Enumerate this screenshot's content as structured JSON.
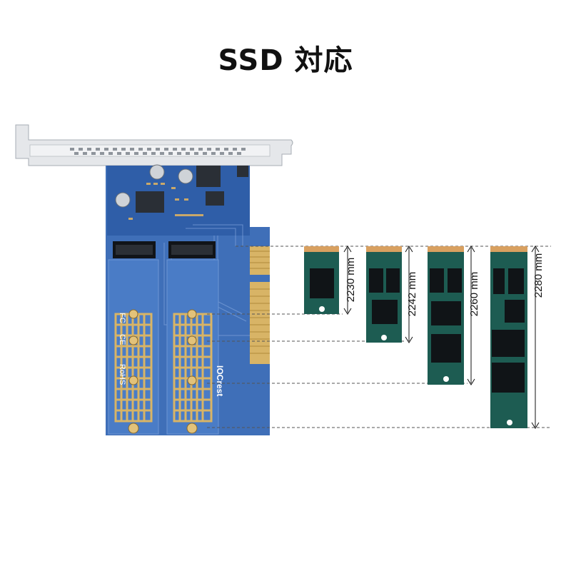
{
  "title": "SSD 対応",
  "card": {
    "brand": "IOCrest",
    "rohs": "RoHS",
    "ce": "CE",
    "fc": "FC"
  },
  "ssds": [
    {
      "label": "2230 mm",
      "size": "2230"
    },
    {
      "label": "2242 mm",
      "size": "2242"
    },
    {
      "label": "2260 mm",
      "size": "2260"
    },
    {
      "label": "2280 mm",
      "size": "2280"
    }
  ],
  "colors": {
    "pcb": "#3f6fb8",
    "ssd": "#1d5c52",
    "gold": "#d8b466",
    "bracket": "#d9dce0"
  }
}
